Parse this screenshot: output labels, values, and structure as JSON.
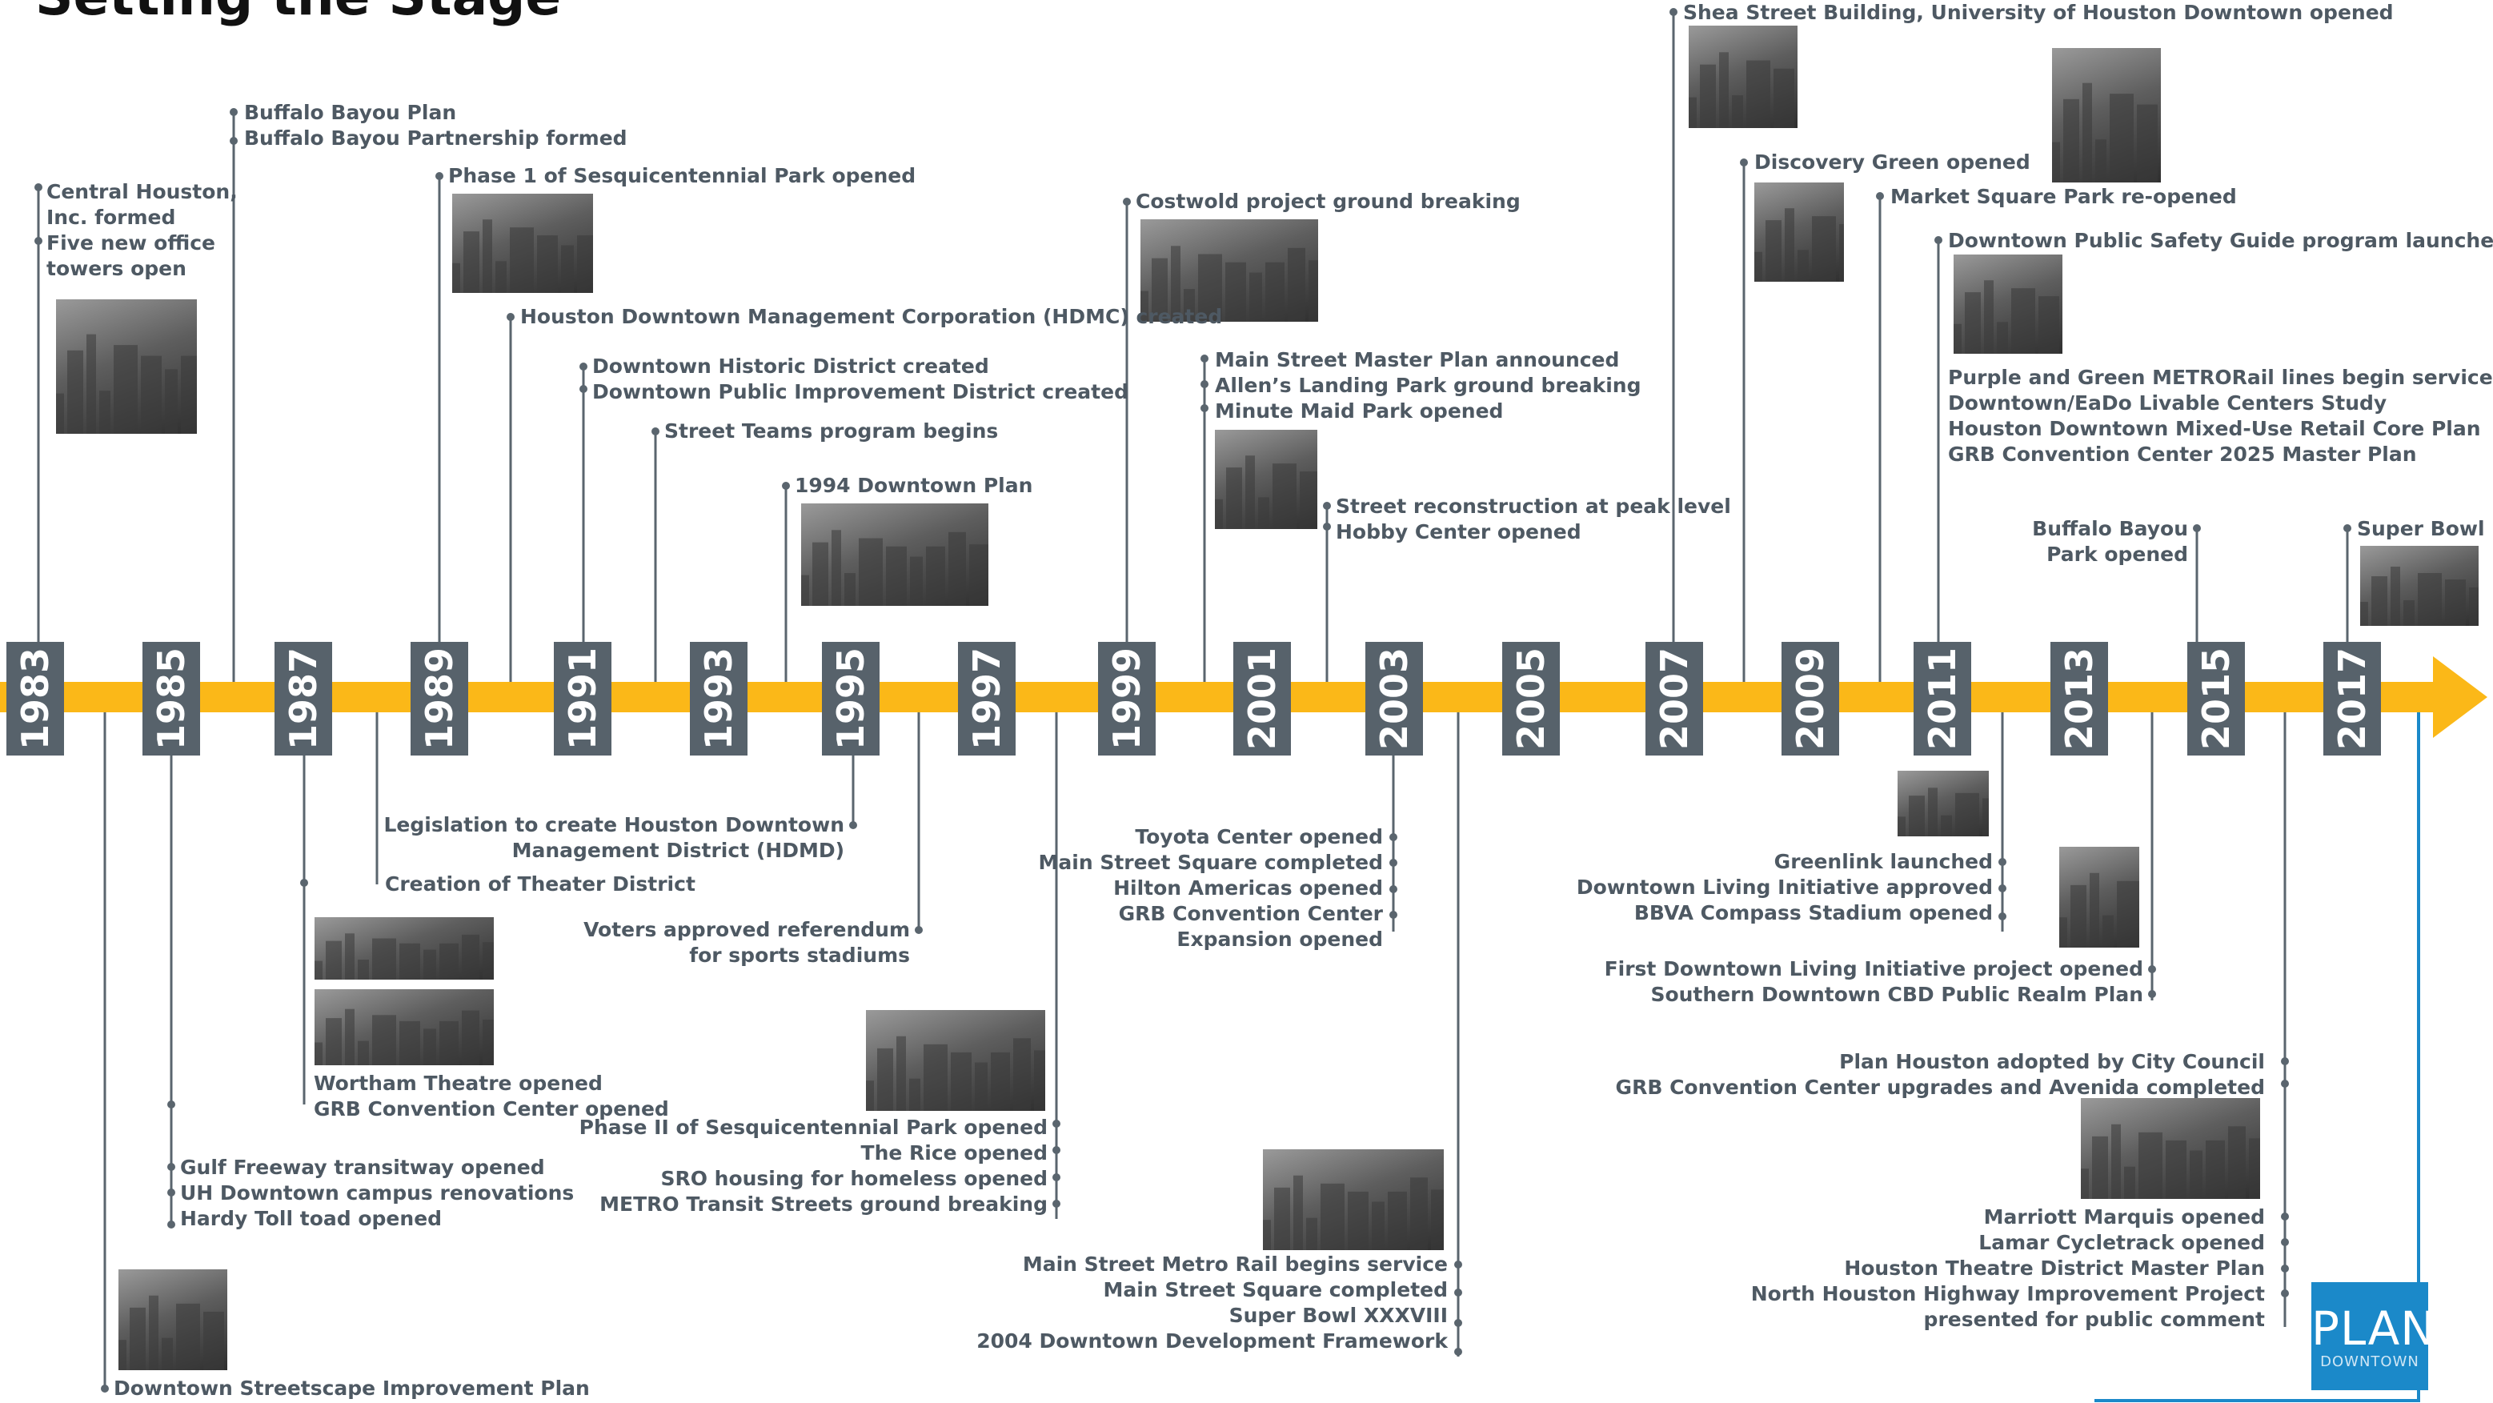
{
  "title": "Setting the Stage",
  "years": [
    "1983",
    "1985",
    "1987",
    "1989",
    "1991",
    "1993",
    "1995",
    "1997",
    "1999",
    "2001",
    "2003",
    "2005",
    "2007",
    "2009",
    "2011",
    "2013",
    "2015",
    "2017"
  ],
  "events": {
    "e1983": [
      "Central Houston,",
      "Inc. formed",
      "Five new office",
      "towers open"
    ],
    "e1984": [
      "Downtown Streetscape Improvement Plan"
    ],
    "e1985": [
      "Gulf Freeway transitway opened",
      "UH Downtown campus renovations",
      "Hardy Toll toad opened"
    ],
    "e1986": [
      "Buffalo Bayou Plan",
      "Buffalo Bayou Partnership formed"
    ],
    "e1987": [
      "Wortham Theatre opened",
      "GRB Convention Center opened"
    ],
    "e1988": [
      "Creation of Theater District"
    ],
    "e1989": [
      "Phase 1 of Sesquicentennial  Park opened"
    ],
    "e1990": [
      "Houston Downtown Management Corporation (HDMC) created"
    ],
    "e1991": [
      "Downtown Historic District created",
      "Downtown Public Improvement District created"
    ],
    "e1992": [
      "Street Teams program begins"
    ],
    "e1994": [
      "1994 Downtown Plan"
    ],
    "e1995": [
      "Legislation to create Houston Downtown",
      "Management District (HDMD)"
    ],
    "e1996": [
      "Voters approved referendum",
      "for sports stadiums"
    ],
    "e1998": [
      "Phase II of Sesquicentennial Park opened",
      "The Rice opened",
      "SRO housing for homeless opened",
      "METRO Transit Streets ground breaking"
    ],
    "e1999": [
      "Costwold project ground breaking"
    ],
    "e2000": [
      "Main Street Master Plan announced",
      "Allen’s Landing Park ground breaking",
      "Minute Maid Park opened"
    ],
    "e2002": [
      "Street reconstruction at peak level",
      "Hobby Center opened"
    ],
    "e2003": [
      "Toyota Center opened",
      "Main Street Square completed",
      "Hilton Americas opened",
      "GRB Convention Center",
      "Expansion opened"
    ],
    "e2004": [
      "Main Street Metro Rail begins service",
      "Main Street Square completed",
      "Super Bowl XXXVIII",
      "2004 Downtown Development Framework"
    ],
    "e2007": [
      "Shea Street Building, University of Houston Downtown opened"
    ],
    "e2008": [
      "Discovery Green opened"
    ],
    "e2010": [
      "Market Square Park re-opened"
    ],
    "e2011a": [
      "Downtown Public Safety Guide program launched"
    ],
    "e2011b": [
      "Purple and Green METRORail lines begin service",
      "Downtown/EaDo Livable Centers Study",
      "Houston Downtown Mixed-Use Retail Core Plan",
      "GRB Convention Center 2025 Master Plan"
    ],
    "e2012": [
      "Greenlink launched",
      "Downtown Living Initiative approved",
      "BBVA Compass Stadium opened"
    ],
    "e2014": [
      "First Downtown Living Initiative project opened",
      "Southern Downtown CBD Public Realm Plan"
    ],
    "e2015": [
      "Buffalo Bayou",
      "Park opened"
    ],
    "e2016a": [
      "Plan Houston adopted by City Council",
      "GRB Convention Center upgrades and Avenida completed"
    ],
    "e2016b": [
      "Marriott Marquis opened",
      "Lamar Cycletrack opened",
      "Houston Theatre District Master Plan",
      "North Houston Highway Improvement Project",
      "presented for public comment"
    ],
    "e2017": [
      "Super Bowl LI"
    ]
  },
  "logo": {
    "main": "PLAN",
    "sub": "DOWNTOWN"
  },
  "colors": {
    "timeline": "#fbb818",
    "year_box": "#57626b",
    "leader": "#5a656e",
    "text": "#4e5963",
    "accent_blue": "#1b89c9"
  }
}
